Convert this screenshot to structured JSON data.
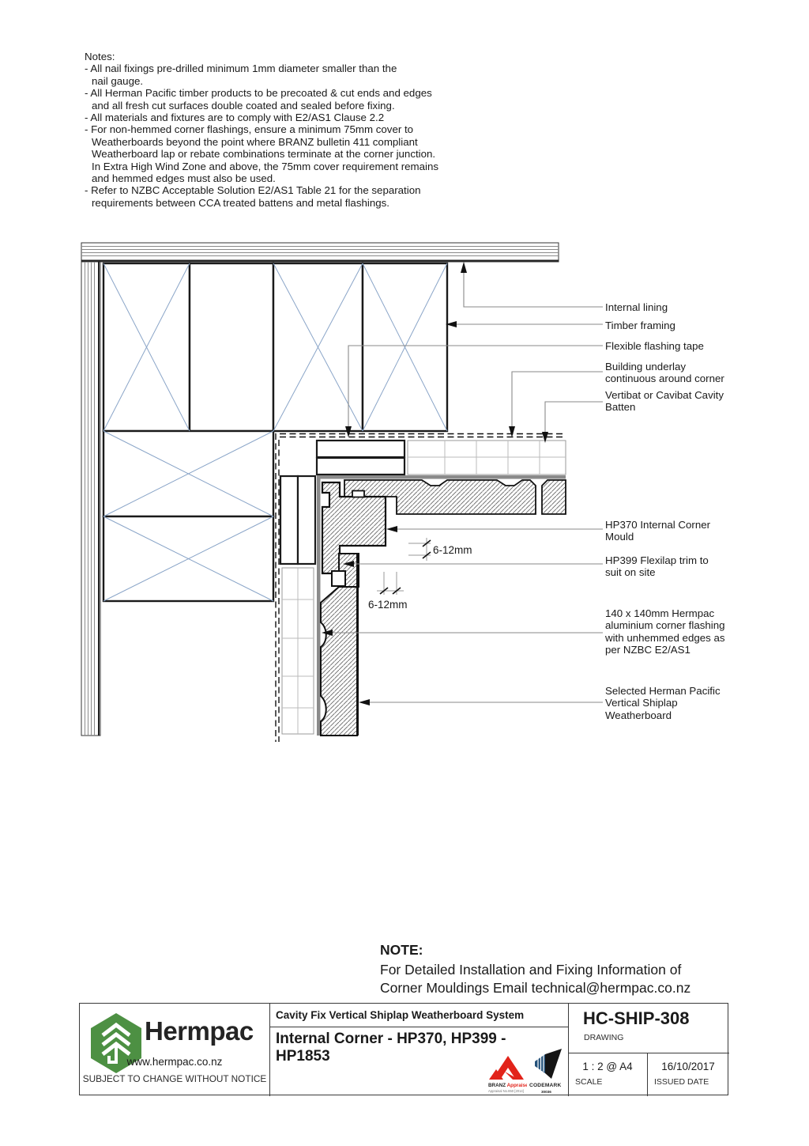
{
  "notes": {
    "lines": [
      {
        "t": "Notes:"
      },
      {
        "t": "- All nail fixings pre-drilled minimum 1mm diameter smaller than the"
      },
      {
        "t": "nail gauge."
      },
      {
        "t": "- All Herman Pacific timber products to be precoated & cut ends and edges"
      },
      {
        "t": "and all fresh cut surfaces double coated and sealed before fixing."
      },
      {
        "t": "- All materials and fixtures are to comply with E2/AS1 Clause 2.2"
      },
      {
        "t": "- For non-hemmed corner flashings, ensure a minimum 75mm cover to"
      },
      {
        "t": "Weatherboards beyond the point where BRANZ bulletin 411 compliant"
      },
      {
        "t": "Weatherboard lap or rebate combinations terminate at the corner junction."
      },
      {
        "t": "In Extra High Wind Zone and above, the 75mm cover requirement remains"
      },
      {
        "t": "and hemmed edges must also be used."
      },
      {
        "t": "- Refer to NZBC Acceptable Solution E2/AS1 Table 21 for the separation"
      },
      {
        "t": "requirements between CCA treated battens and metal flashings."
      }
    ]
  },
  "callouts": [
    {
      "text": "Internal lining"
    },
    {
      "text": "Timber framing"
    },
    {
      "text": "Flexible flashing tape"
    },
    {
      "text": "Building underlay\ncontinuous around corner"
    },
    {
      "text": "Vertibat or Cavibat Cavity\nBatten"
    },
    {
      "text": "HP370 Internal Corner\nMould"
    },
    {
      "text": "HP399 Flexilap trim to\nsuit on site"
    },
    {
      "text": "140 x 140mm Hermpac\naluminium corner flashing\nwith unhemmed edges as\nper NZBC E2/AS1"
    },
    {
      "text": "Selected Herman Pacific\nVertical Shiplap\nWeatherboard"
    }
  ],
  "dimensions": {
    "gap_top": "6-12mm",
    "gap_side": "6-12mm"
  },
  "footnote": {
    "heading": "NOTE:",
    "line1": "For Detailed Installation and Fixing Information of",
    "line2": "Corner Mouldings Email technical@hermpac.co.nz"
  },
  "title_block": {
    "brand": "Hermpac",
    "website": "www.hermpac.co.nz",
    "disclaimer": "SUBJECT TO CHANGE WITHOUT NOTICE",
    "system": "Cavity Fix Vertical Shiplap Weatherboard System",
    "drawing_title": "Internal Corner - HP370, HP399 -\nHP1853",
    "drawing_number": "HC-SHIP-308",
    "drawing_number_label": "DRAWING",
    "scale_value": "1 : 2 @ A4",
    "scale_label": "SCALE",
    "issued_value": "16/10/2017",
    "issued_label": "ISSUED DATE",
    "branz_line1a": "BRANZ",
    "branz_line1b": " Appraised",
    "branz_line2": "Appraisal No.850 [2014]",
    "codemark_name": "CODEMARK",
    "codemark_number": "30036"
  },
  "colors": {
    "brand_green": "#4d9043",
    "branz_red": "#e2231a",
    "codemark_blue": "#24527a",
    "framing_cross_blue": "#8aa5c8",
    "leader_gray": "#8a8a8a",
    "flashing_gray": "#8a8a8a"
  }
}
